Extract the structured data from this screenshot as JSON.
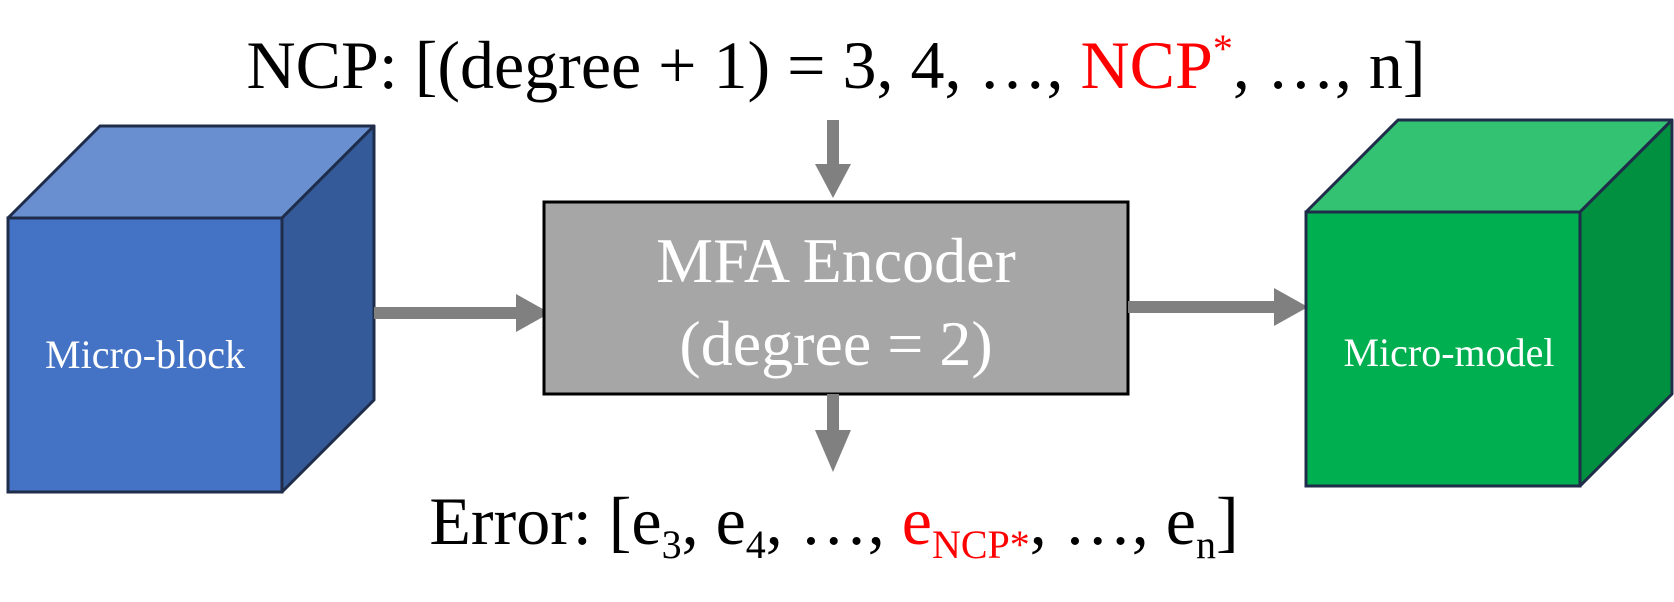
{
  "ncp_line": {
    "prefix": "NCP: [(degree + 1) = 3, 4, …, ",
    "highlight": "NCP",
    "highlight_sup": "*",
    "suffix": ", …, n]"
  },
  "encoder": {
    "title": "MFA Encoder",
    "subtitle": "(degree = 2)"
  },
  "input_block": {
    "label": "Micro-block"
  },
  "output_block": {
    "label": "Micro-model"
  },
  "error_line": {
    "prefix": "Error:  [e",
    "sub_3": "3",
    "mid1": ", e",
    "sub_4": "4",
    "mid2": ", …, ",
    "highlight_e": "e",
    "highlight_sub": "NCP*",
    "mid3": ", …, e",
    "sub_n": "n",
    "suffix": "]"
  },
  "colors": {
    "highlight": "#ff0000",
    "arrow": "#808080",
    "encoder_fill": "#a6a6a6",
    "block_front": "#4472c4",
    "block_top": "#6a8fd0",
    "block_side": "#345a9a",
    "model_front": "#00b050",
    "model_top": "#33c172",
    "model_side": "#009040",
    "outline": "#1f2d4a"
  }
}
